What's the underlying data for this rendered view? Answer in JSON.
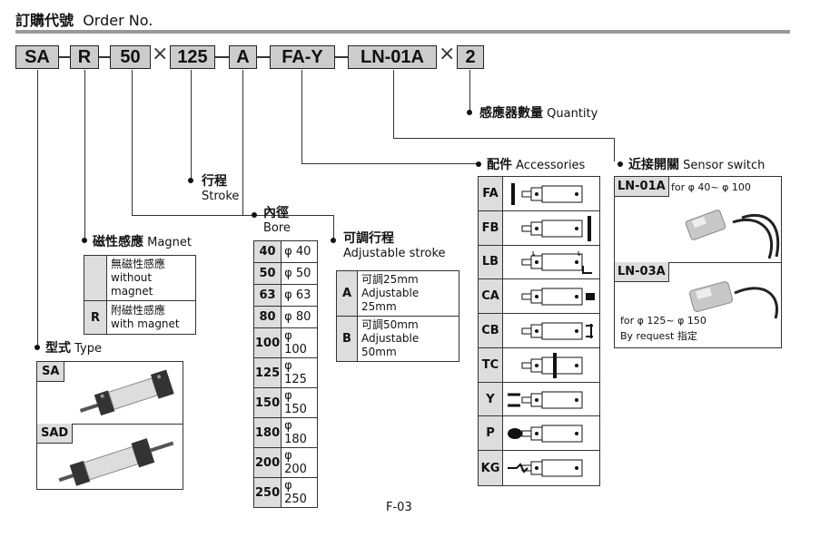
{
  "header": {
    "title_cn": "訂購代號",
    "title_en": "Order No."
  },
  "code": [
    "SA",
    "R",
    "50",
    "125",
    "A",
    "FA-Y",
    "LN-01A",
    "2"
  ],
  "times_symbol": "×",
  "quantity": {
    "cn": "感應器數量",
    "en": "Quantity"
  },
  "accessories": {
    "cn": "配件",
    "en": "Accessories",
    "items": [
      {
        "code": "FA",
        "icon": "foot-front-flange-icon"
      },
      {
        "code": "FB",
        "icon": "rear-flange-icon"
      },
      {
        "code": "LB",
        "icon": "foot-mount-icon"
      },
      {
        "code": "CA",
        "icon": "single-clevis-icon"
      },
      {
        "code": "CB",
        "icon": "double-clevis-icon"
      },
      {
        "code": "TC",
        "icon": "trunnion-icon"
      },
      {
        "code": "Y",
        "icon": "y-joint-icon"
      },
      {
        "code": "P",
        "icon": "i-joint-icon"
      },
      {
        "code": "KG",
        "icon": "floating-joint-icon"
      }
    ]
  },
  "sensor": {
    "cn": "近接開關",
    "en": "Sensor switch",
    "items": [
      {
        "code": "LN-01A",
        "desc": "for φ 40~ φ 100"
      },
      {
        "code": "LN-03A",
        "desc": "for φ 125~ φ 150",
        "note": "By request 指定"
      }
    ]
  },
  "stroke": {
    "cn": "行程",
    "en": "Stroke"
  },
  "adjustable": {
    "cn": "可調行程",
    "en": "Adjustable stroke",
    "rows": [
      {
        "key": "A",
        "cn": "可調25mm",
        "en": "Adjustable 25mm"
      },
      {
        "key": "B",
        "cn": "可調50mm",
        "en": "Adjustable 50mm"
      }
    ]
  },
  "bore": {
    "cn": "內徑",
    "en": "Bore",
    "rows": [
      {
        "key": "40",
        "val": "φ 40"
      },
      {
        "key": "50",
        "val": "φ 50"
      },
      {
        "key": "63",
        "val": "φ 63"
      },
      {
        "key": "80",
        "val": "φ 80"
      },
      {
        "key": "100",
        "val": "φ 100"
      },
      {
        "key": "125",
        "val": "φ 125"
      },
      {
        "key": "150",
        "val": "φ 150"
      },
      {
        "key": "180",
        "val": "φ 180"
      },
      {
        "key": "200",
        "val": "φ 200"
      },
      {
        "key": "250",
        "val": "φ 250"
      }
    ]
  },
  "magnet": {
    "cn": "磁性感應",
    "en": "Magnet",
    "rows": [
      {
        "key": "",
        "cn": "無磁性感應",
        "en": "without magnet"
      },
      {
        "key": "R",
        "cn": "附磁性感應",
        "en": "with magnet"
      }
    ]
  },
  "type": {
    "cn": "型式",
    "en": "Type",
    "items": [
      "SA",
      "SAD"
    ]
  },
  "footer": "F-03"
}
